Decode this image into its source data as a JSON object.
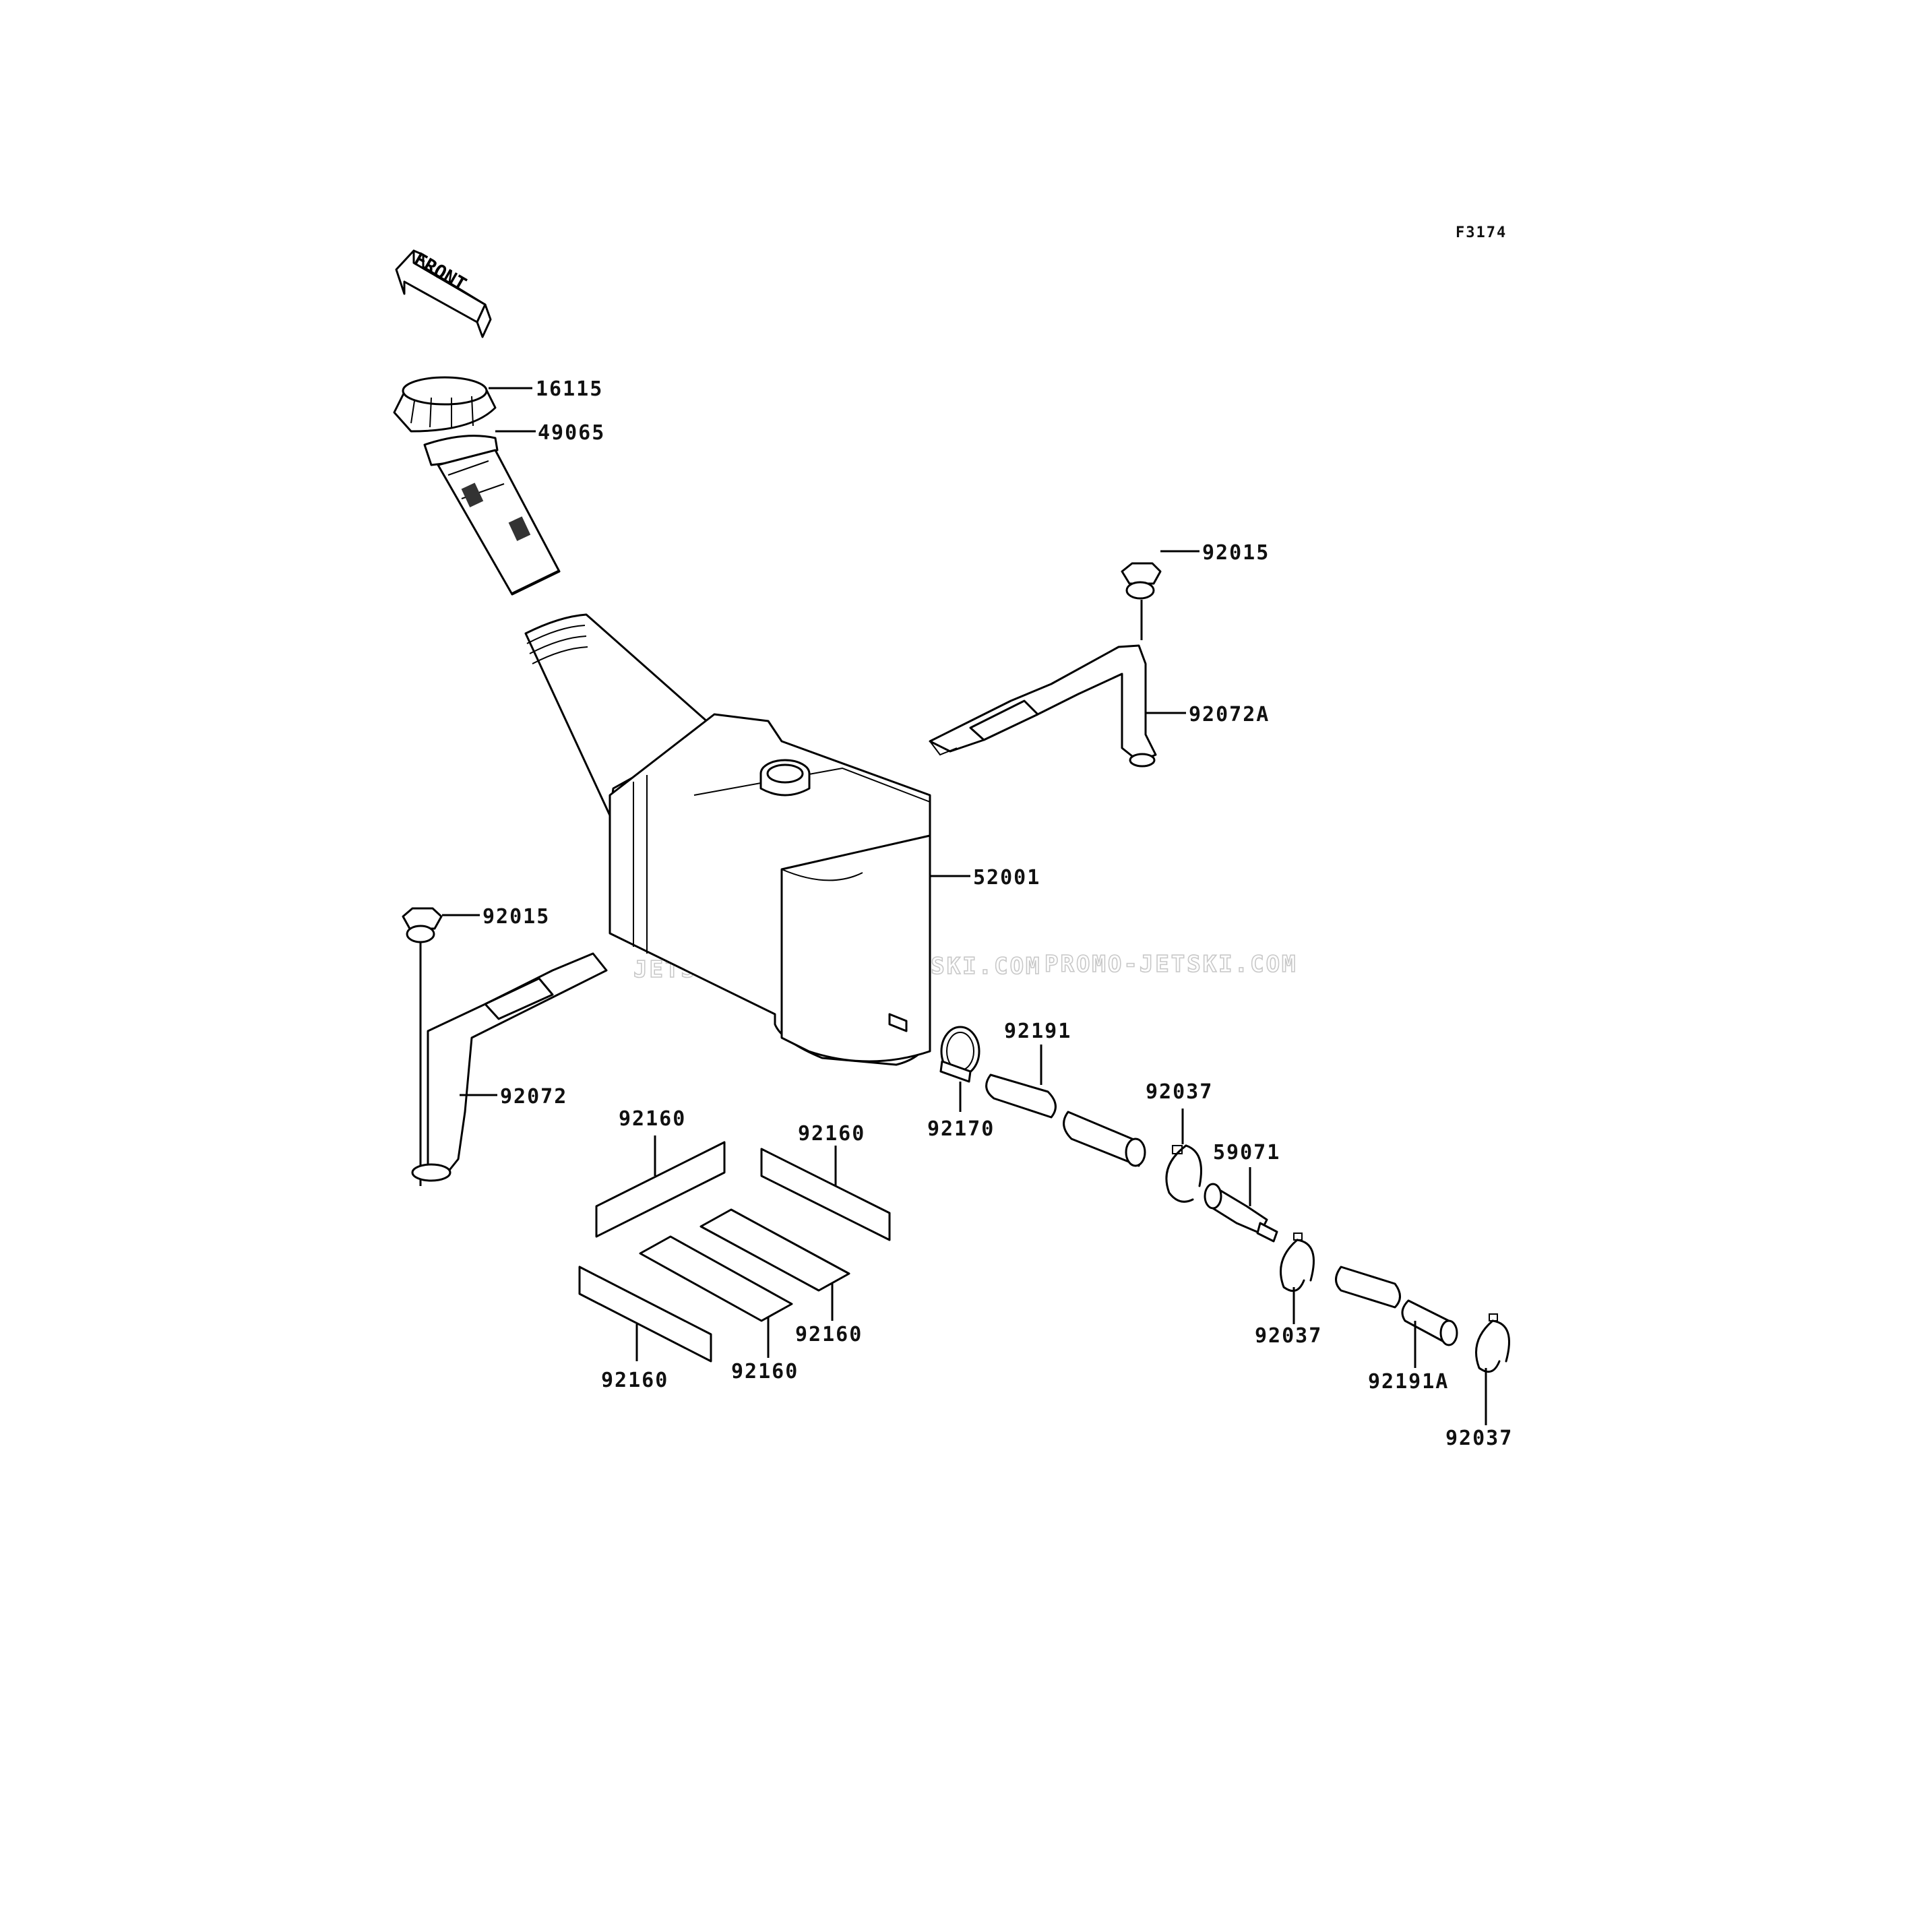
{
  "diagram_code": "F3174",
  "front_arrow": "FRONT",
  "watermarks": [
    "JETSKI.COM",
    "PROMO-JETSKI.COM",
    "PROMO-JETSKI.COM"
  ],
  "parts": [
    {
      "id": "16115"
    },
    {
      "id": "49065"
    },
    {
      "id": "92015"
    },
    {
      "id": "92072A"
    },
    {
      "id": "52001"
    },
    {
      "id": "92015"
    },
    {
      "id": "92072"
    },
    {
      "id": "92191"
    },
    {
      "id": "92170"
    },
    {
      "id": "92037"
    },
    {
      "id": "59071"
    },
    {
      "id": "92160"
    },
    {
      "id": "92160"
    },
    {
      "id": "92160"
    },
    {
      "id": "92160"
    },
    {
      "id": "92160"
    },
    {
      "id": "92037"
    },
    {
      "id": "92191A"
    },
    {
      "id": "92037"
    }
  ]
}
